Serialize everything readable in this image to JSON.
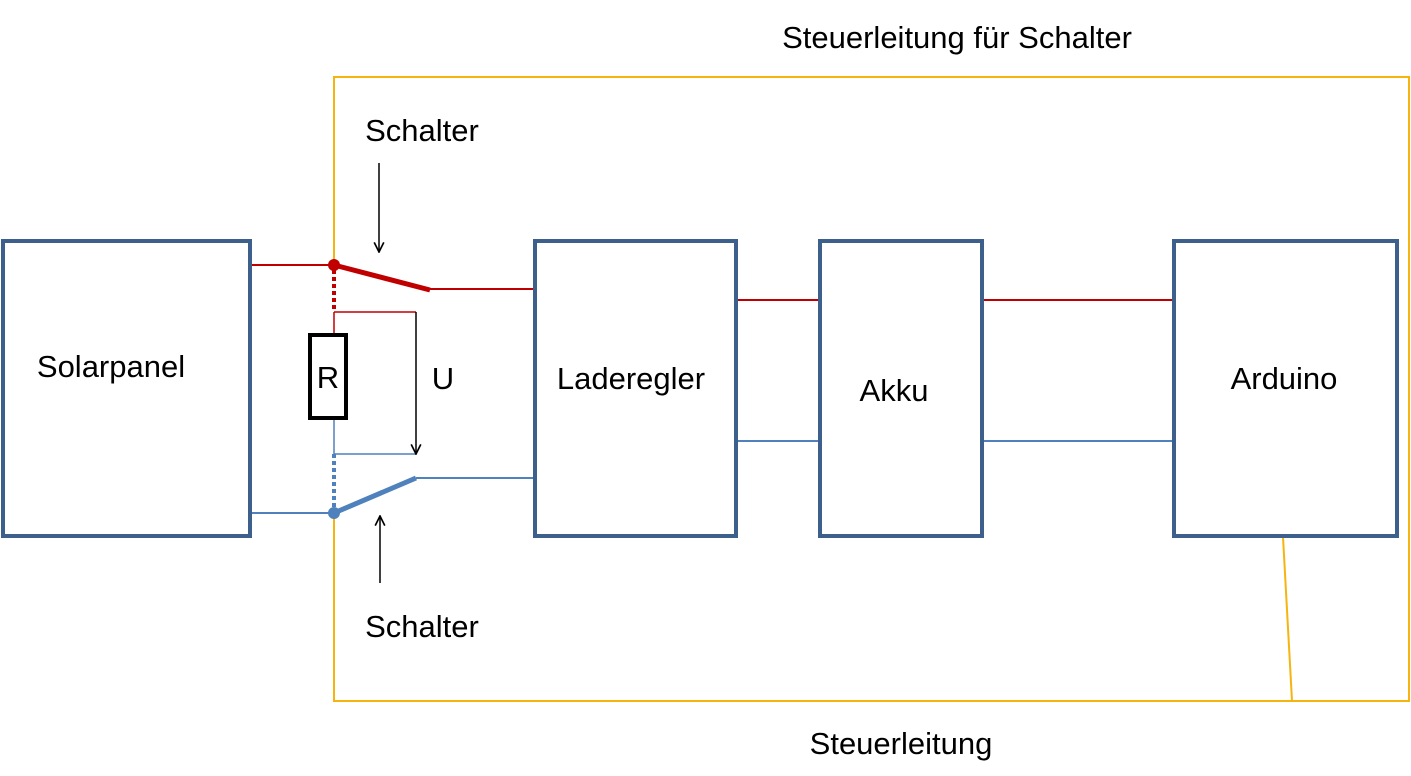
{
  "colors": {
    "box_stroke": "#3d5f8c",
    "positive_wire": "#c00000",
    "negative_wire": "#4f81bd",
    "control_wire": "#f5b40f",
    "arrow": "#000000"
  },
  "labels": {
    "control_line_switch": "Steuerleitung für Schalter",
    "control_line": "Steuerleitung",
    "switch_top": "Schalter",
    "switch_bottom": "Schalter",
    "voltage": "U",
    "resistor": "R"
  },
  "blocks": {
    "solar": "Solarpanel",
    "charger": "Laderegler",
    "battery": "Akku",
    "arduino": "Arduino"
  }
}
